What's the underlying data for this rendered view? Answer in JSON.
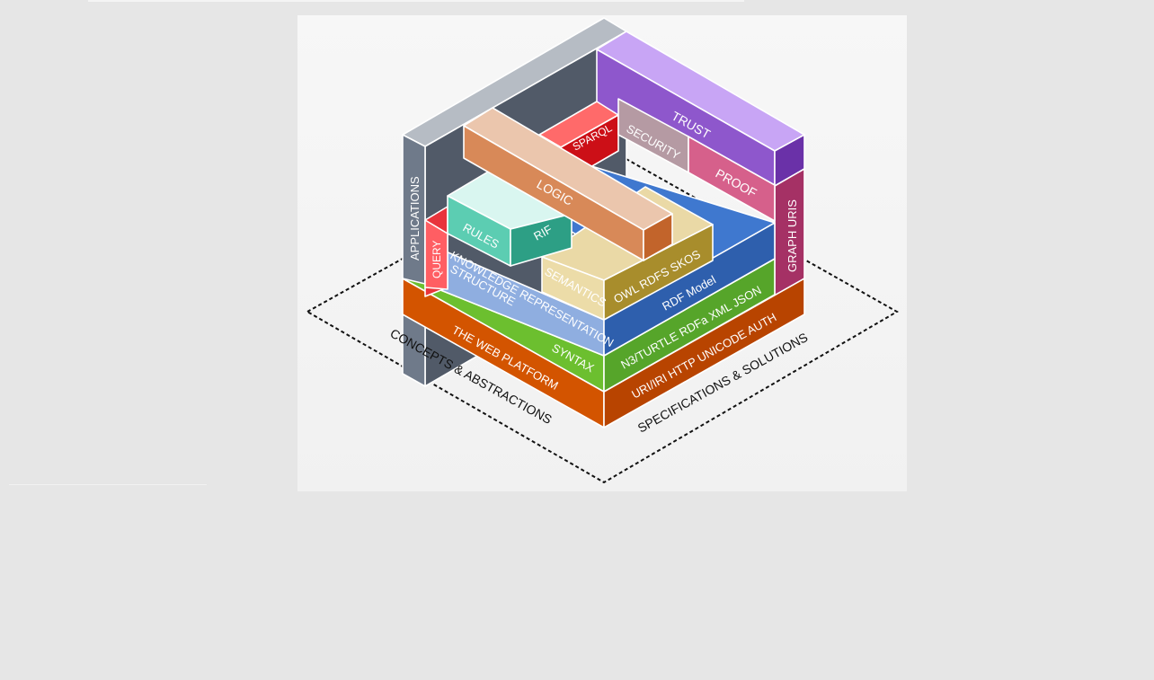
{
  "diagram": {
    "ground_labels": {
      "left": "CONCEPTS & ABSTRACTIONS",
      "right": "SPECIFICATIONS & SOLUTIONS"
    },
    "concepts": {
      "web_platform": "THE WEB PLATFORM",
      "syntax": "SYNTAX",
      "knowledge_representation": "KNOWLEDGE REPRESENTATION",
      "structure": "STRUCTURE",
      "semantics": "SEMANTICS",
      "query": "QUERY",
      "applications": "APPLICATIONS",
      "rules": "RULES",
      "logic": "LOGIC"
    },
    "specifications": {
      "web_platform": "URI/IRI  HTTP  UNICODE  AUTH",
      "syntax": "N3/TURTLE RDFa XML JSON",
      "rdf_model": "RDF Model",
      "semantics": "OWL  RDFS  SKOS",
      "rif": "RIF",
      "sparql": "SPARQL",
      "security": "SECURITY",
      "proof": "PROOF",
      "trust": "TRUST",
      "graph_uris": "GRAPH URIS"
    },
    "colors": {
      "orange": "#d35400",
      "green": "#6cbf2f",
      "lightblue": "#8faee0",
      "blue": "#2e5fad",
      "semantics": "#a88d2c",
      "red": "#e8343c",
      "slate": "#4f5866",
      "purple": "#8e57cc",
      "magenta": "#a53165",
      "logic": "#d88958",
      "rules": "#5ccdb2"
    }
  }
}
